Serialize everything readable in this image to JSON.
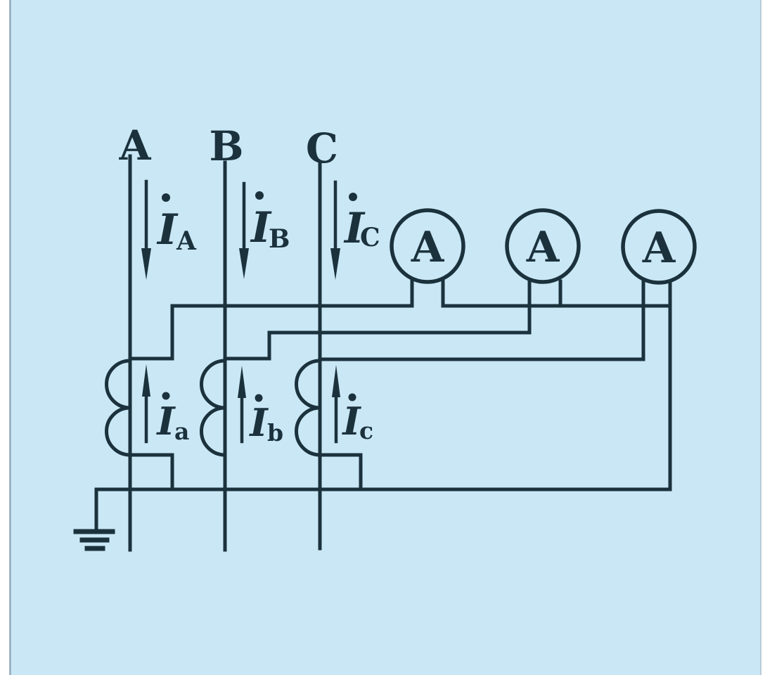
{
  "diagram": {
    "type": "three-phase current-transformer ammeter wiring schematic",
    "colors": {
      "canvas": "#cae7f6",
      "ink": "#1b323d",
      "edge_strip": "#ffffff"
    },
    "phases": [
      {
        "label": "A",
        "primary": {
          "symbol": "I",
          "dot": "•",
          "subscript": "A"
        },
        "secondary": {
          "symbol": "I",
          "dot": "•",
          "subscript": "a"
        }
      },
      {
        "label": "B",
        "primary": {
          "symbol": "I",
          "dot": "•",
          "subscript": "B"
        },
        "secondary": {
          "symbol": "I",
          "dot": "•",
          "subscript": "b"
        }
      },
      {
        "label": "C",
        "primary": {
          "symbol": "I",
          "dot": "•",
          "subscript": "C"
        },
        "secondary": {
          "symbol": "I",
          "dot": "•",
          "subscript": "c"
        }
      }
    ],
    "ammeters": [
      {
        "label": "A"
      },
      {
        "label": "A"
      },
      {
        "label": "A"
      }
    ],
    "ground": {
      "present": true,
      "bars": 3
    }
  }
}
